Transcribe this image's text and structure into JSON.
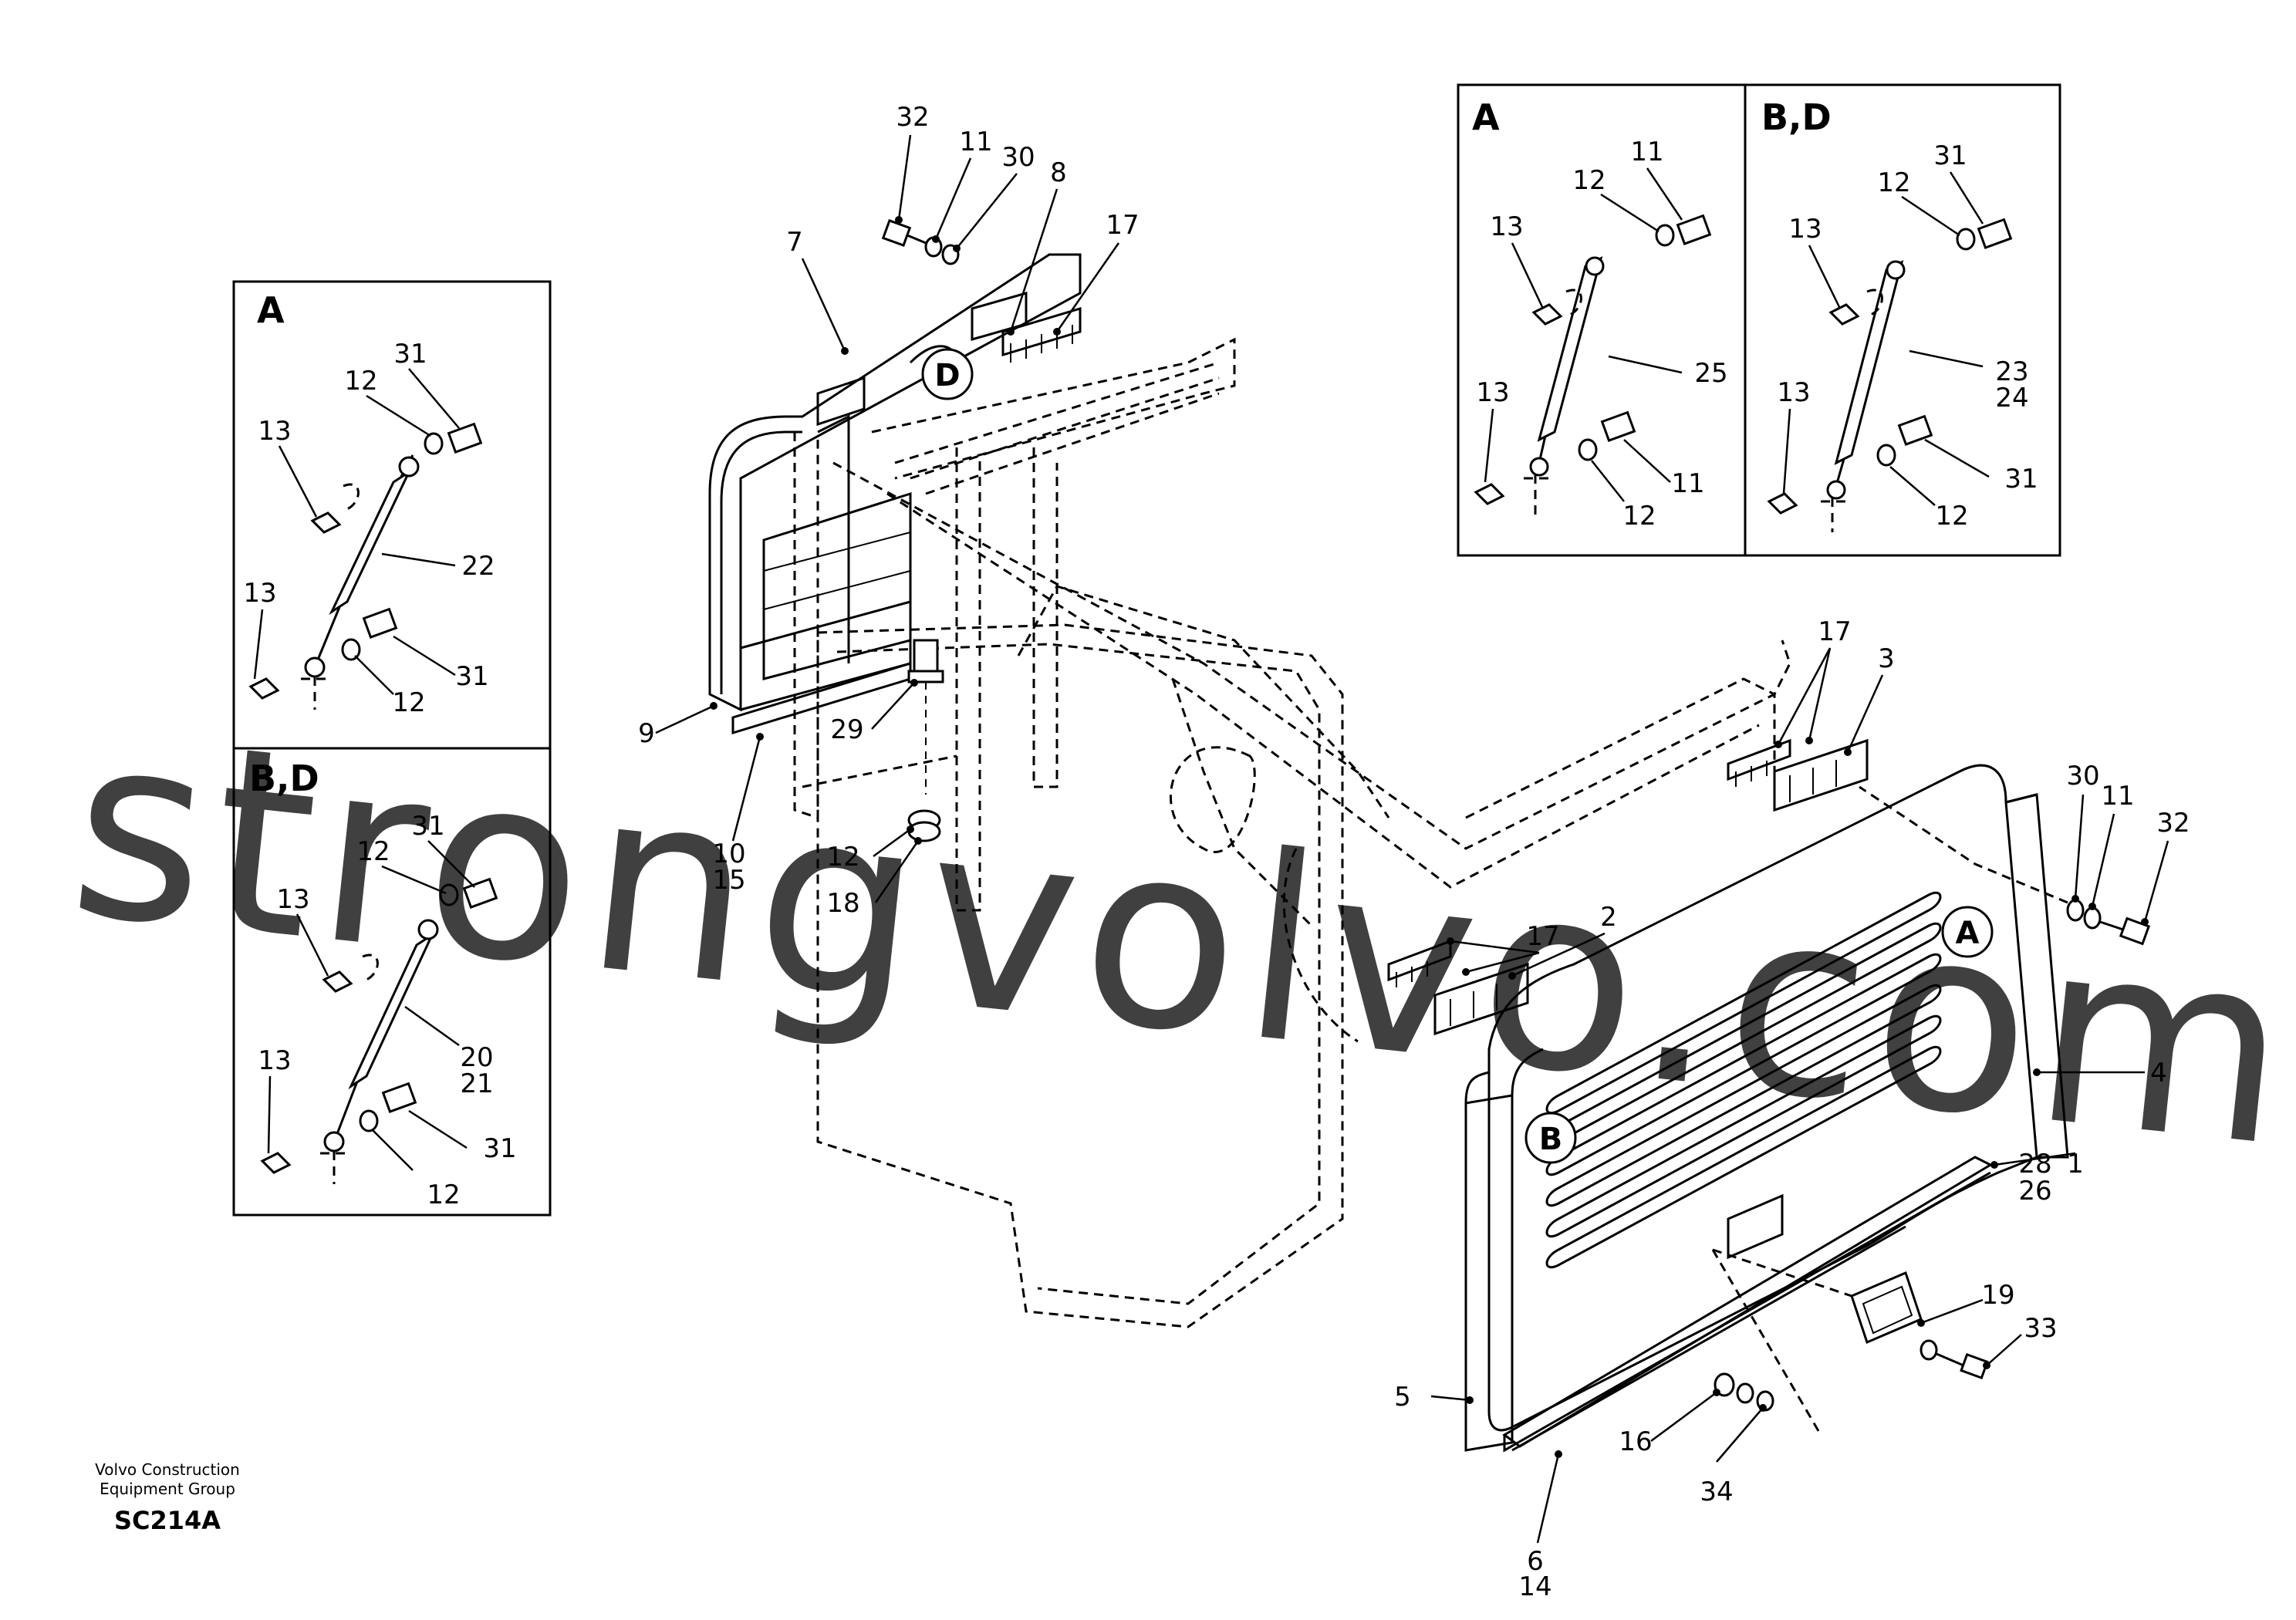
{
  "footer": {
    "company_line1": "Volvo Construction",
    "company_line2": "Equipment Group",
    "code": "SC214A"
  },
  "watermark": "strongvolvo.com",
  "insets": {
    "left_a_title": "A",
    "left_bd_title": "B,D",
    "right_a_title": "A",
    "right_bd_title": "B,D"
  },
  "callout_circles": {
    "a": "A",
    "b": "B",
    "d": "D"
  },
  "labels": {
    "l32": "32",
    "l11": "11",
    "l30": "30",
    "l8": "8",
    "l7": "7",
    "l17a": "17",
    "l9": "9",
    "l29": "29",
    "l10": "10",
    "l15": "15",
    "l12a": "12",
    "l18": "18",
    "l17b": "17",
    "l3": "3",
    "l17c": "17",
    "l2": "2",
    "l30b": "30",
    "l11b": "11",
    "l32b": "32",
    "l4": "4",
    "l28": "28",
    "l26": "26",
    "l19": "19",
    "l33": "33",
    "l5": "5",
    "l16": "16",
    "l34": "34",
    "l6": "6",
    "l14": "14",
    "l1": "1",
    "la31": "31",
    "la12": "12",
    "la13a": "13",
    "la22": "22",
    "la13b": "13",
    "la31b": "31",
    "la12b": "12",
    "lb31": "31",
    "lb12": "12",
    "lb13a": "13",
    "lb20": "20",
    "lb21": "21",
    "lb13b": "13",
    "lb31b": "31",
    "lb12b": "12",
    "ra11": "11",
    "ra12": "12",
    "ra13a": "13",
    "ra25": "25",
    "ra13b": "13",
    "ra11b": "11",
    "ra12b": "12",
    "rb31": "31",
    "rb12": "12",
    "rb13a": "13",
    "rb23": "23",
    "rb24": "24",
    "rb13b": "13",
    "rb31b": "31",
    "rb12b": "12"
  }
}
